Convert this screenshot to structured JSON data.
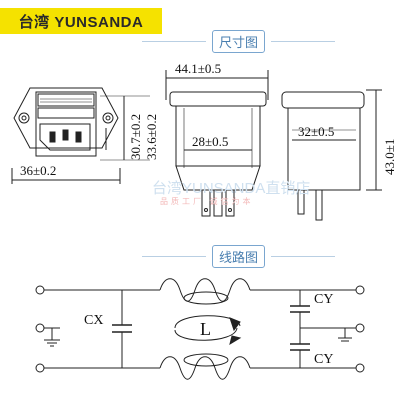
{
  "brand": {
    "text": "台湾 YUNSANDA"
  },
  "sections": {
    "dimensions_title": "尺寸图",
    "circuit_title": "线路图"
  },
  "dimensions": {
    "front_width": "36±0.2",
    "front_height_inner": "30.7±0.2",
    "front_height_outer": "33.6±0.2",
    "side_width_outer": "44.1±0.5",
    "side_width_inner": "28±0.5",
    "right_width": "32±0.5",
    "right_height": "43.0±1"
  },
  "circuit": {
    "cx_label": "CX",
    "cy_top_label": "CY",
    "cy_bottom_label": "CY",
    "inductor_label": "L"
  },
  "watermark": {
    "text": "台湾YUNSANDA直销店",
    "sub": "品质工厂 诚信为本"
  },
  "colors": {
    "brand_bg": "#f5e200",
    "section_title": "#4a7fb0",
    "line": "#222222"
  }
}
